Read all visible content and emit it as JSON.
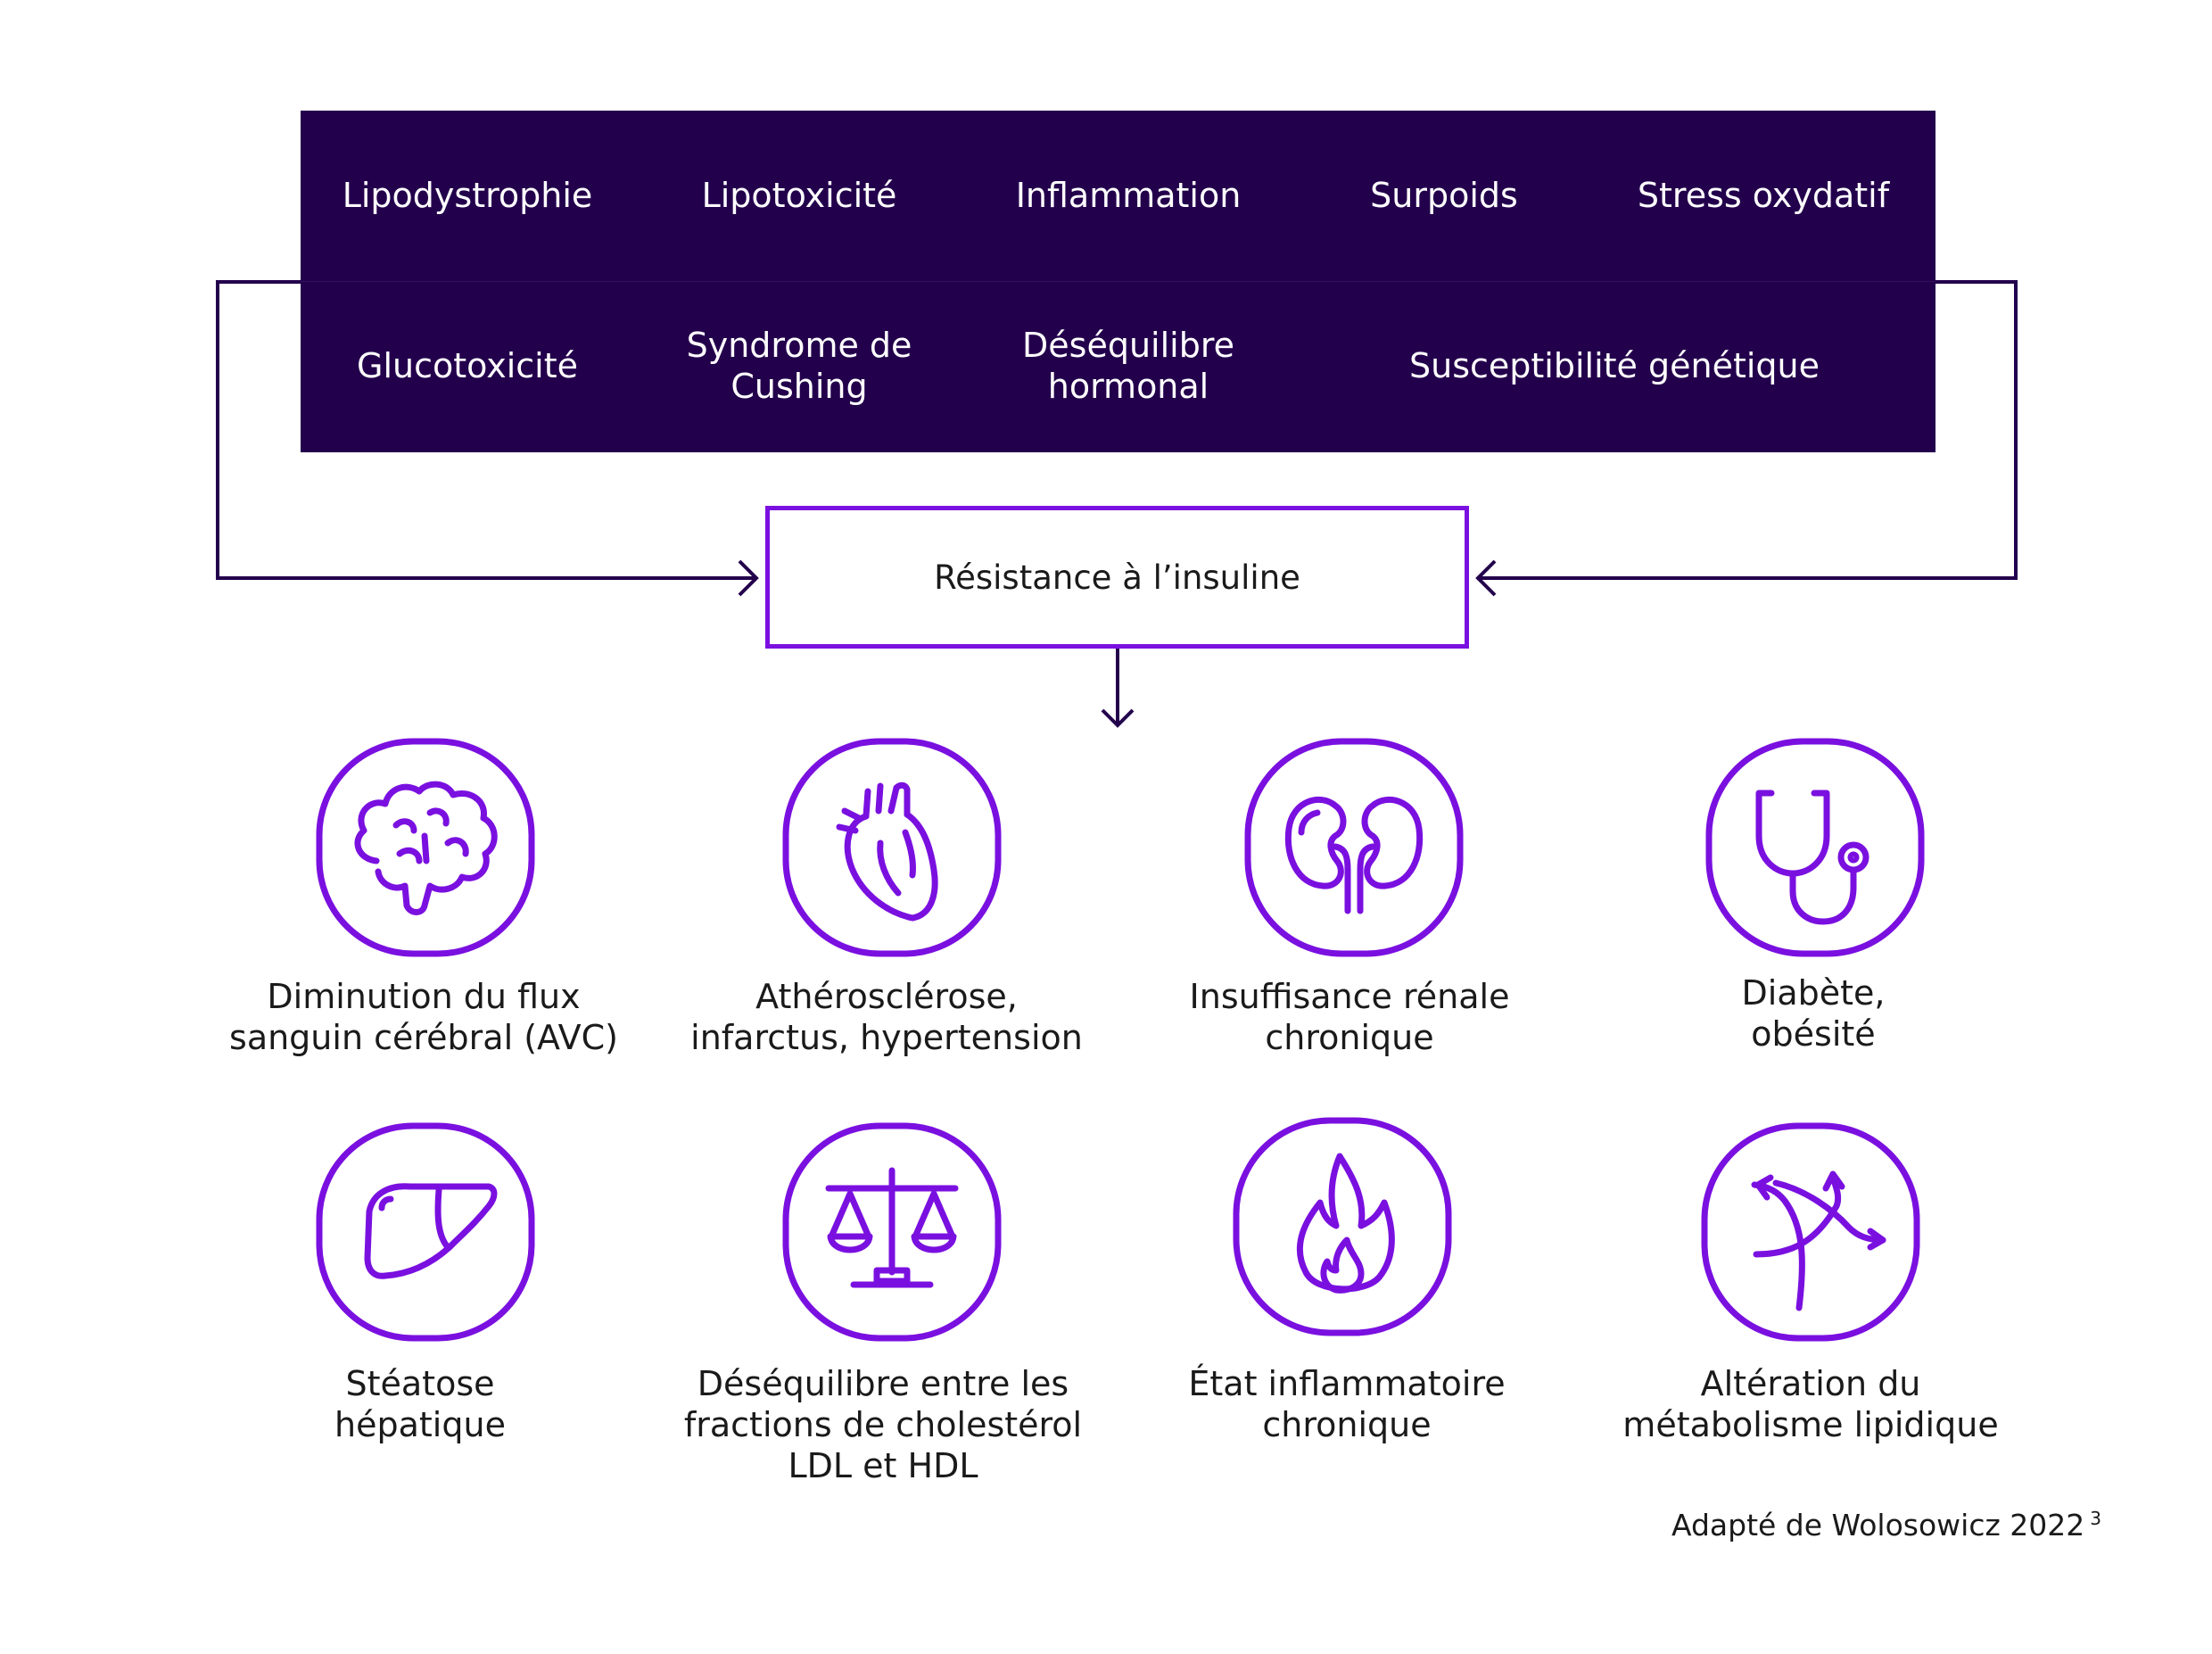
{
  "factors": {
    "row1": [
      "Lipodystrophie",
      "Lipotoxicité",
      "Inflammation",
      "Surpoids",
      "Stress oxydatif"
    ],
    "row2": [
      {
        "line1": "Glucotoxicité",
        "line2": ""
      },
      {
        "line1": "Syndrome de",
        "line2": "Cushing"
      },
      {
        "line1": "Déséquilibre",
        "line2": "hormonal"
      },
      {
        "line1": "Susceptibilité génétique",
        "line2": ""
      }
    ]
  },
  "center": {
    "label": "Résistance à l’insuline"
  },
  "consequences": [
    {
      "icon": "brain-icon",
      "line1": "Diminution du flux",
      "line2": "sanguin cérébral (AVC)",
      "line3": ""
    },
    {
      "icon": "heart-icon",
      "line1": "Athérosclérose,",
      "line2": "infarctus, hypertension",
      "line3": ""
    },
    {
      "icon": "kidneys-icon",
      "line1": "Insuffisance rénale",
      "line2": "chronique",
      "line3": ""
    },
    {
      "icon": "stethoscope-icon",
      "line1": "Diabète,",
      "line2": "obésité",
      "line3": ""
    },
    {
      "icon": "liver-icon",
      "line1": "Stéatose",
      "line2": "hépatique",
      "line3": ""
    },
    {
      "icon": "balance-scale-icon",
      "line1": "Déséquilibre entre les",
      "line2": "fractions de cholestérol",
      "line3": "LDL et HDL"
    },
    {
      "icon": "flame-icon",
      "line1": "État inflammatoire",
      "line2": "chronique",
      "line3": ""
    },
    {
      "icon": "diverging-arrows-icon",
      "line1": "Altération du",
      "line2": "métabolisme lipidique",
      "line3": ""
    }
  ],
  "source": {
    "text": "Adapté de Wolosowicz 2022",
    "ref": "3"
  },
  "colors": {
    "dark_purple": "#23004c",
    "accent_purple": "#7a10e0",
    "text": "#1a1a1a"
  }
}
